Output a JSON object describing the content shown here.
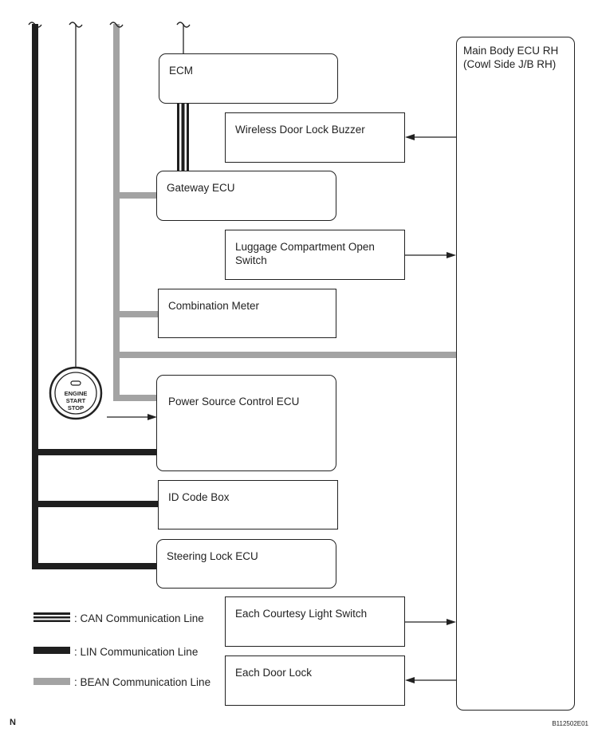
{
  "boxes": {
    "ecm": "ECM",
    "buzzer": "Wireless Door Lock Buzzer",
    "gateway": "Gateway ECU",
    "luggage": "Luggage Compartment Open\nSwitch",
    "meter": "Combination Meter",
    "power": "Power Source Control ECU",
    "idcode": "ID Code Box",
    "steering": "Steering Lock ECU",
    "courtesy": "Each Courtesy Light Switch",
    "doorlock": "Each Door Lock",
    "mainbody": "Main Body ECU RH\n(Cowl Side J/B RH)"
  },
  "switch_label": {
    "line1": "ENGINE",
    "line2": "START",
    "line3": "STOP"
  },
  "legend": {
    "can": ": CAN Communication Line",
    "lin": ": LIN Communication Line",
    "bean": ": BEAN Communication Line"
  },
  "corner": {
    "left": "N",
    "right": "B112502E01"
  },
  "colors": {
    "lin": "#1f1f1f",
    "bean": "#a3a3a3",
    "line": "#222222"
  }
}
